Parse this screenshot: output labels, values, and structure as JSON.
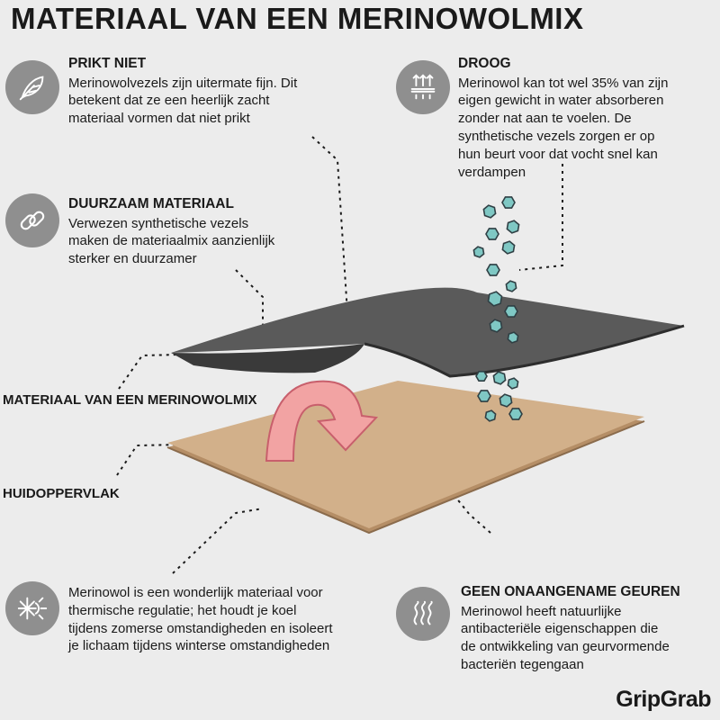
{
  "title": "MATERIAAL VAN EEN MERINOWOLMIX",
  "blocks": {
    "prikt_niet": {
      "heading": "PRIKT NIET",
      "text": "Merinowolvezels zijn uitermate fijn. Dit\nbetekent dat ze een heerlijk zacht\nmateriaal vormen dat niet prikt",
      "icon": "feather-icon"
    },
    "droog": {
      "heading": "DROOG",
      "text": "Merinowol kan tot wel 35% van zijn\neigen gewicht in water absorberen\nzonder nat aan te voelen. De\nsynthetische vezels zorgen er op\nhun beurt voor dat vocht snel kan\nverdampen",
      "icon": "moisture-icon"
    },
    "duurzaam": {
      "heading": "DUURZAAM MATERIAAL",
      "text": "Verwezen synthetische vezels\nmaken de materiaalmix aanzienlijk\nsterker en duurzamer",
      "icon": "chain-link-icon"
    },
    "thermisch": {
      "heading": "",
      "text": "Merinowol is een wonderlijk materiaal voor\nthermische regulatie; het houdt je koel\ntijdens zomerse omstandigheden en isoleert\nje lichaam tijdens winterse omstandigheden",
      "icon": "sun-snowflake-icon"
    },
    "geuren": {
      "heading": "GEEN ONAANGENAME GEUREN",
      "text": "Merinowol heeft natuurlijke\nantibacteriële eigenschappen die\nde ontwikkeling van geurvormende\nbacteriën tegengaan",
      "icon": "odor-waves-icon"
    }
  },
  "labels": {
    "fabric": "MATERIAAL VAN EEN MERINOWOLMIX",
    "skin": "HUIDOPPERVLAK"
  },
  "brand": "GripGrab",
  "colors": {
    "background": "#ececec",
    "icon_circle": "#8f8f8f",
    "fabric": "#595959",
    "skin": "#d2b08a",
    "arrow": "#f2a3a3",
    "droplet": "#7fc8c4"
  }
}
